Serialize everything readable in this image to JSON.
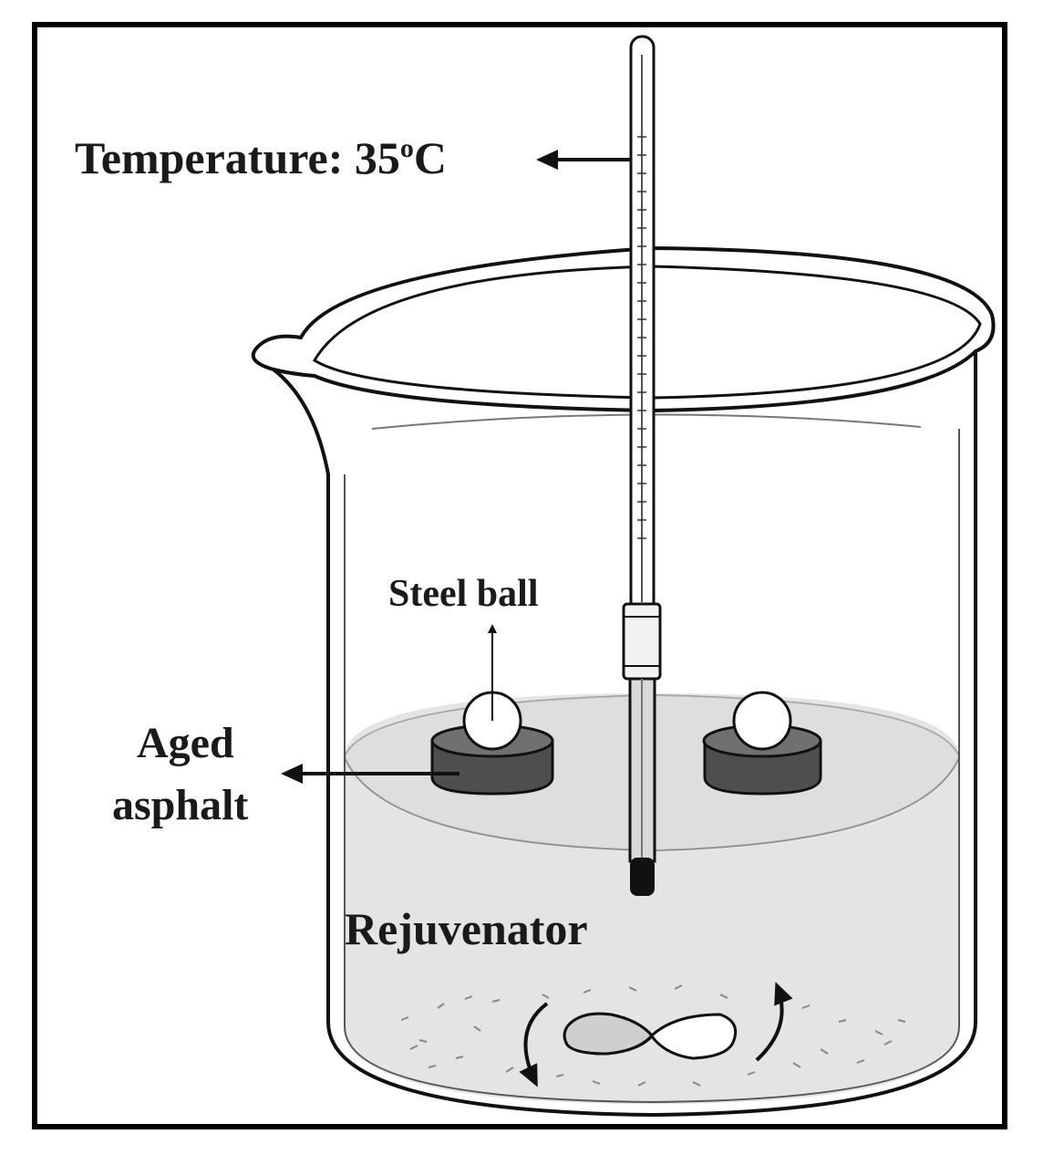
{
  "labels": {
    "temperature_prefix": "Temperature: 35",
    "temperature_degree": "o",
    "temperature_unit": "C",
    "steel_ball": "Steel ball",
    "aged_line1": "Aged",
    "aged_line2": "asphalt",
    "rejuvenator": "Rejuvenator"
  },
  "colors": {
    "outline": "#111111",
    "liquid": "#e6e6e6",
    "asphalt_top": "#6e6e6e",
    "asphalt_side": "#4f4f4f",
    "ball": "#ffffff",
    "frame": "#000000"
  }
}
